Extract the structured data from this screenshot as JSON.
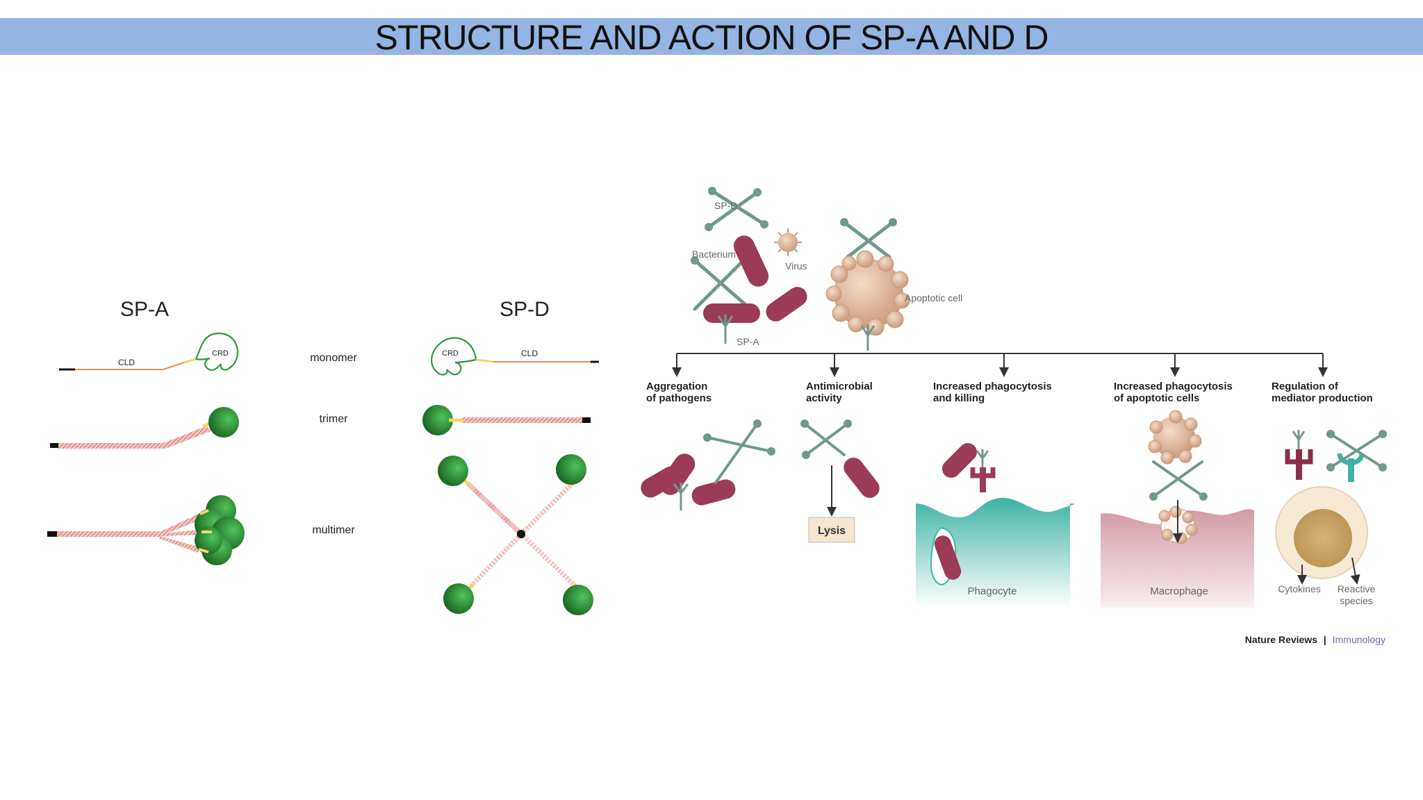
{
  "slide": {
    "title": "STRUCTURE AND ACTION OF SP-A AND D"
  },
  "structure_panel": {
    "sp_a_heading": "SP-A",
    "sp_d_heading": "SP-D",
    "domain_labels": {
      "collagen_like_domain": "CLD",
      "carbohydrate_recognition_domain": "CRD"
    },
    "row_labels": [
      "monomer",
      "trimer",
      "multimer"
    ]
  },
  "action_panel": {
    "top_labels": {
      "sp_d": "SP-D",
      "bacterium": "Bacterium",
      "virus": "Virus",
      "sp_a": "SP-A",
      "apoptotic_cell": "Apoptotic cell"
    },
    "branches": [
      {
        "line1": "Aggregation",
        "line2": "of pathogens"
      },
      {
        "line1": "Antimicrobial",
        "line2": "activity"
      },
      {
        "line1": "Increased phagocytosis",
        "line2": "and killing"
      },
      {
        "line1": "Increased phagocytosis",
        "line2": "of apoptotic cells"
      },
      {
        "line1": "Regulation of",
        "line2": "mediator production"
      }
    ],
    "lysis_label": "Lysis",
    "phagocyte_label": "Phagocyte",
    "macrophage_label": "Macrophage",
    "cytokines_label": "Cytokines",
    "reactive_species_line1": "Reactive",
    "reactive_species_line2": "species",
    "credit_brand": "Nature Reviews",
    "credit_journal": "Immunology"
  },
  "colors": {
    "title_bar": "#94b4e3",
    "crd_green": "#2e9a3c",
    "collagen_pink": "#e8a6a0",
    "bacterium": "#9b3b57",
    "sp_molecule": "#6f9a8b",
    "phagocyte_teal": "#3fb3a3",
    "macrophage_pink": "#d39aa6",
    "apoptotic_tan": "#d8b092"
  }
}
